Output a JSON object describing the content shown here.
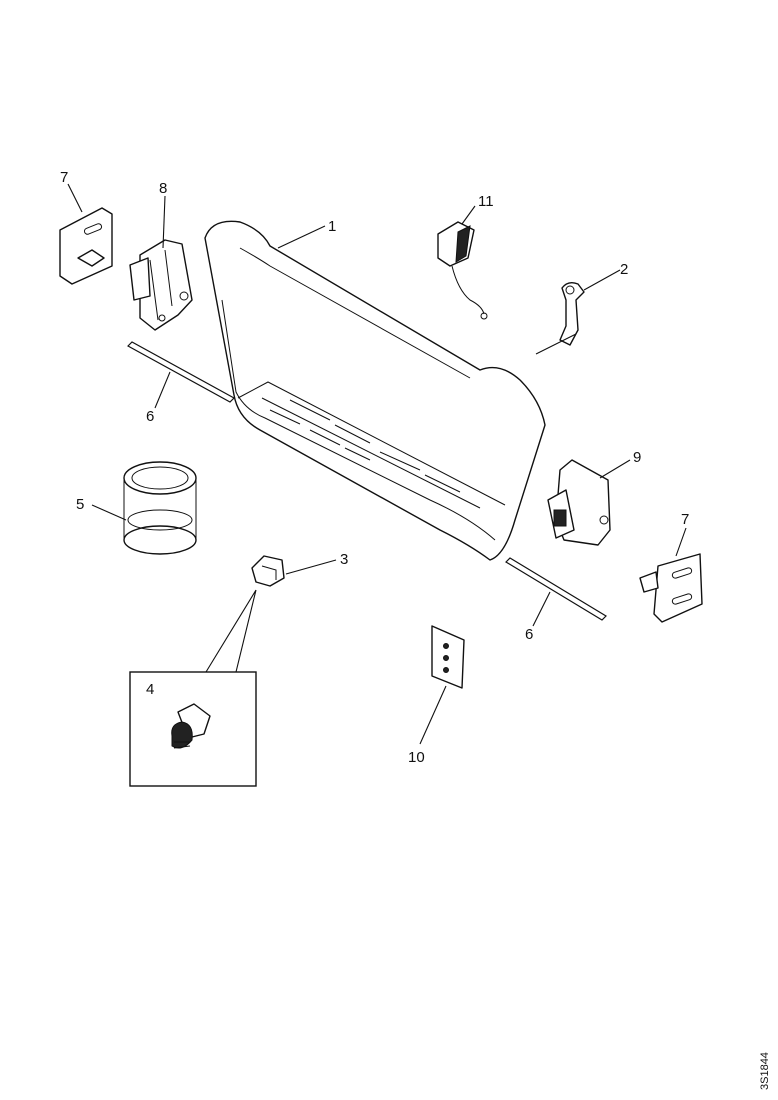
{
  "callouts": {
    "c1": "1",
    "c2": "2",
    "c3": "3",
    "c4": "4",
    "c5": "5",
    "c6_left": "6",
    "c6_right": "6",
    "c7_left": "7",
    "c7_right": "7",
    "c8": "8",
    "c9": "9",
    "c10": "10",
    "c11": "11"
  },
  "figure_code": "3S1844"
}
